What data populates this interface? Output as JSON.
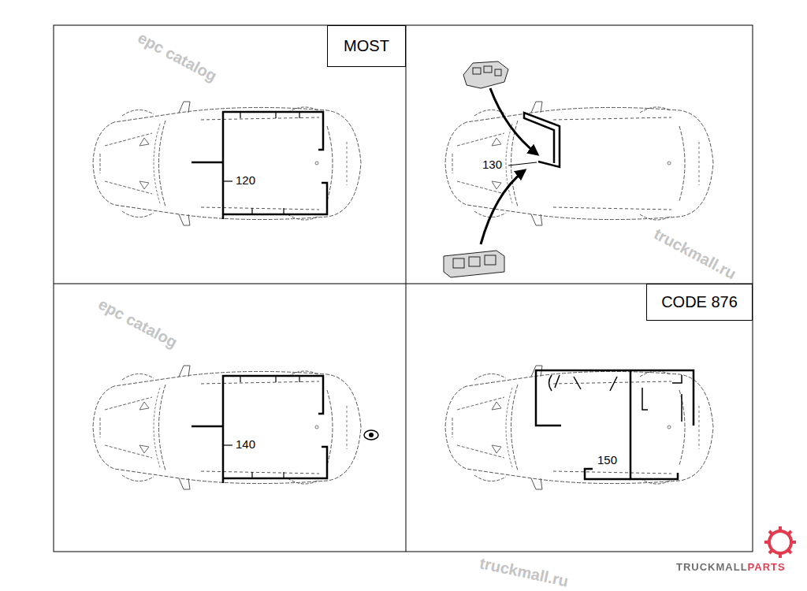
{
  "diagram": {
    "nodes": [
      {
        "text": [
          "MOST"
        ]
      },
      {
        "text": [
          "CODE 876"
        ]
      }
    ],
    "labels": [
      "120",
      "130",
      "140",
      "150",
      "epc catalog",
      "truckmall.ru",
      "epc catalog",
      "truckmall.ru",
      "TRUCKMALLPARTS"
    ]
  }
}
